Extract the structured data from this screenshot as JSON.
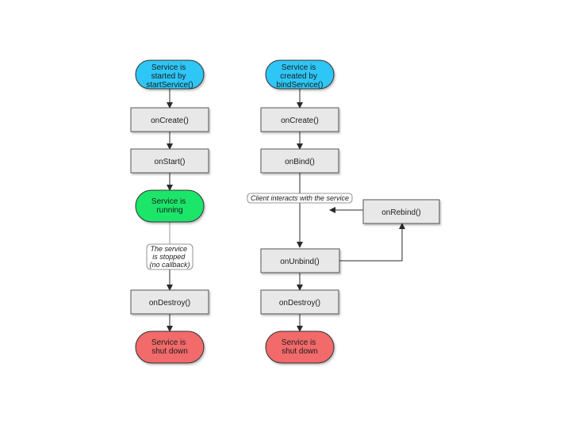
{
  "colors": {
    "start": "#2ec6f6",
    "running": "#1ee66a",
    "shutdown": "#f26a6a",
    "box": "#e8e8e8",
    "line": "#2a2a2a"
  },
  "left": {
    "start": [
      "Service is",
      "started by",
      "startService()"
    ],
    "on_create": "onCreate()",
    "on_start": "onStart()",
    "running": [
      "Service is",
      "running"
    ],
    "stopped_note": [
      "The service",
      "is stopped",
      "(no callback)"
    ],
    "on_destroy": "onDestroy()",
    "shutdown": [
      "Service is",
      "shut down"
    ]
  },
  "right": {
    "start": [
      "Service is",
      "created by",
      "bindService()"
    ],
    "on_create": "onCreate()",
    "on_bind": "onBind()",
    "client_note": "Client interacts with the service",
    "on_rebind": "onRebind()",
    "on_unbind": "onUnbind()",
    "on_destroy": "onDestroy()",
    "shutdown": [
      "Service is",
      "shut down"
    ]
  }
}
